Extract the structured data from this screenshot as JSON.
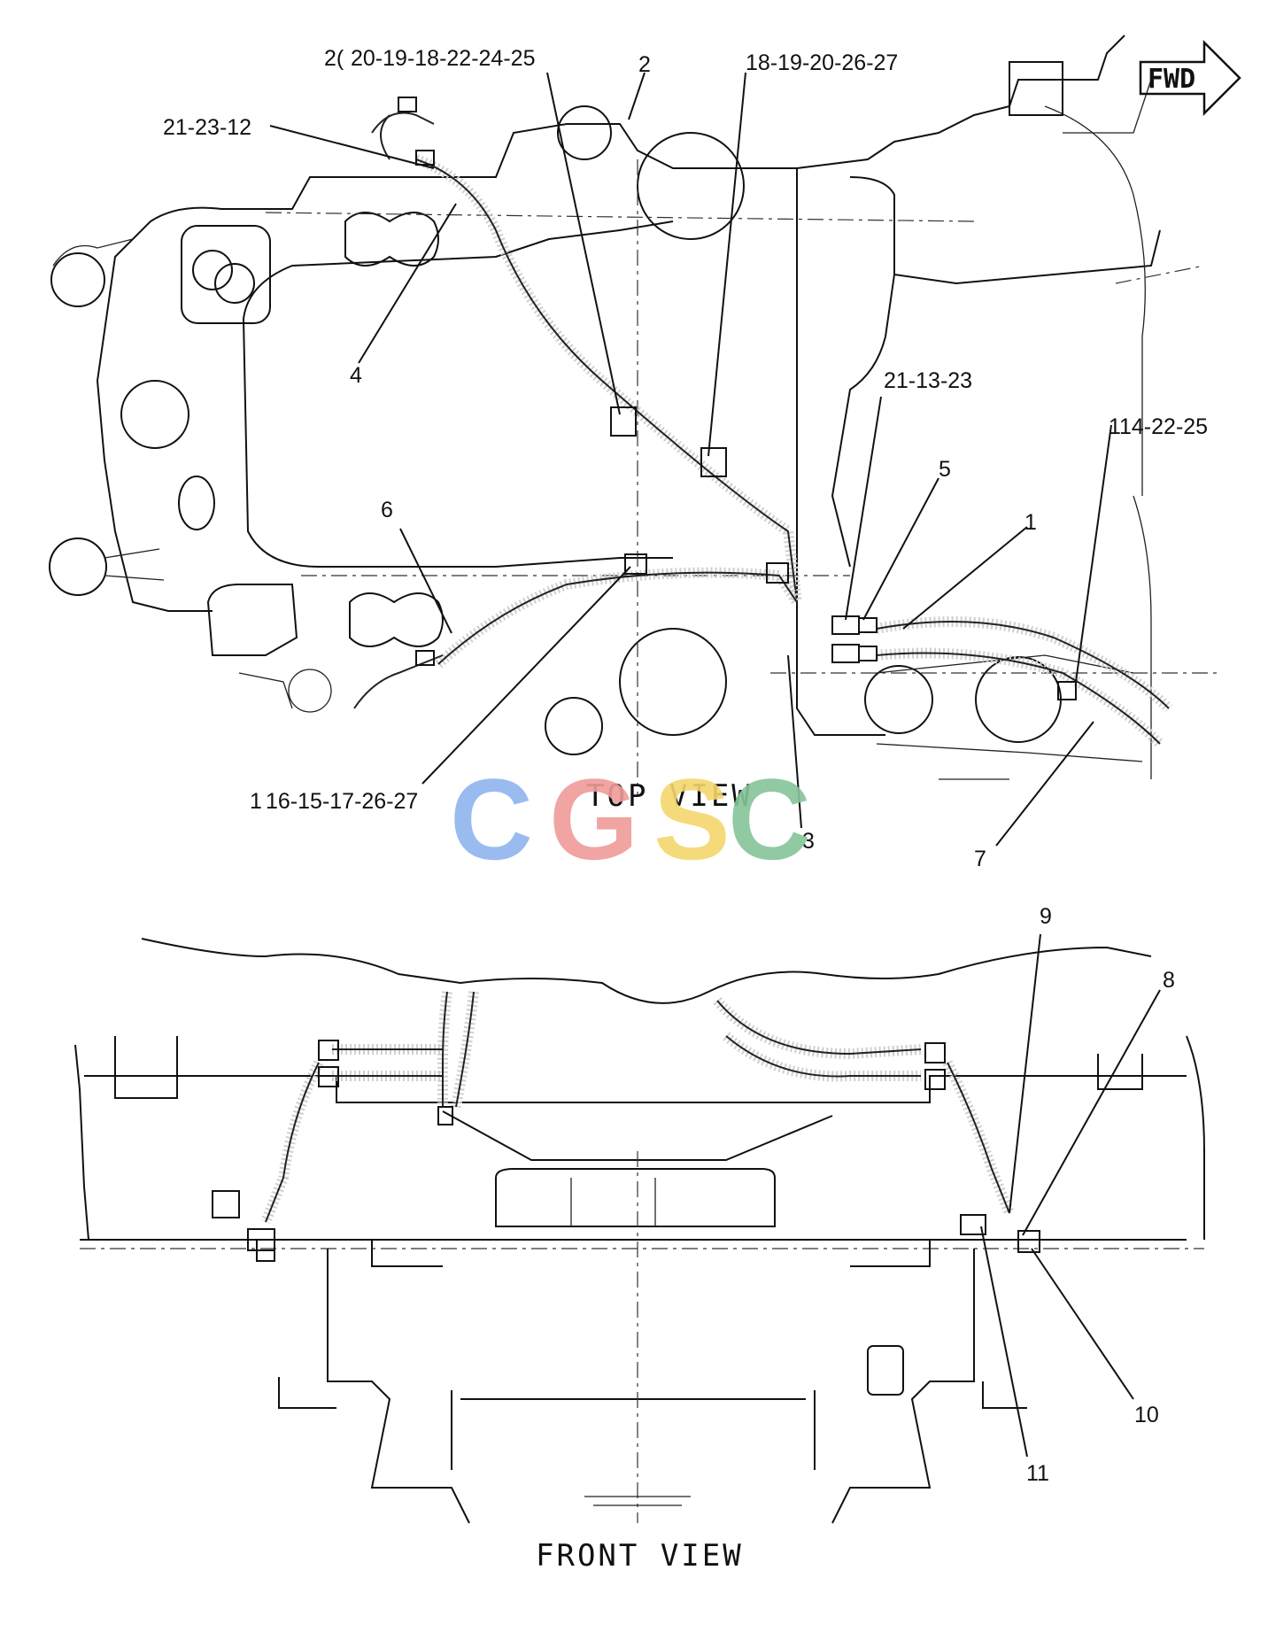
{
  "views": {
    "top": "TOP VIEW",
    "front": "FRONT VIEW"
  },
  "fwd": "FWD",
  "watermark": {
    "letters": [
      "C",
      "G",
      "S",
      "C"
    ],
    "colors": [
      "#8fb4ee",
      "#ef9c98",
      "#f5d66e",
      "#86c49a"
    ]
  },
  "callouts": {
    "c_20_19_18_22_24_25": "20-19-18-22-24-25",
    "c_20_prefix": "2(",
    "c_2": "2",
    "c_18_19_20_26_27": "18-19-20-26-27",
    "c_21_23_12": "21-23-12",
    "c_4": "4",
    "c_21_13_23": "21-13-23",
    "c_14_22_25": "14-22-25",
    "c_14_prefix": "1",
    "c_5": "5",
    "c_1": "1",
    "c_6": "6",
    "c_16_15_17_26_27": "16-15-17-26-27",
    "c_16_prefix": "1",
    "c_3": "3",
    "c_7": "7",
    "c_9": "9",
    "c_8": "8",
    "c_10": "10",
    "c_11": "11"
  }
}
